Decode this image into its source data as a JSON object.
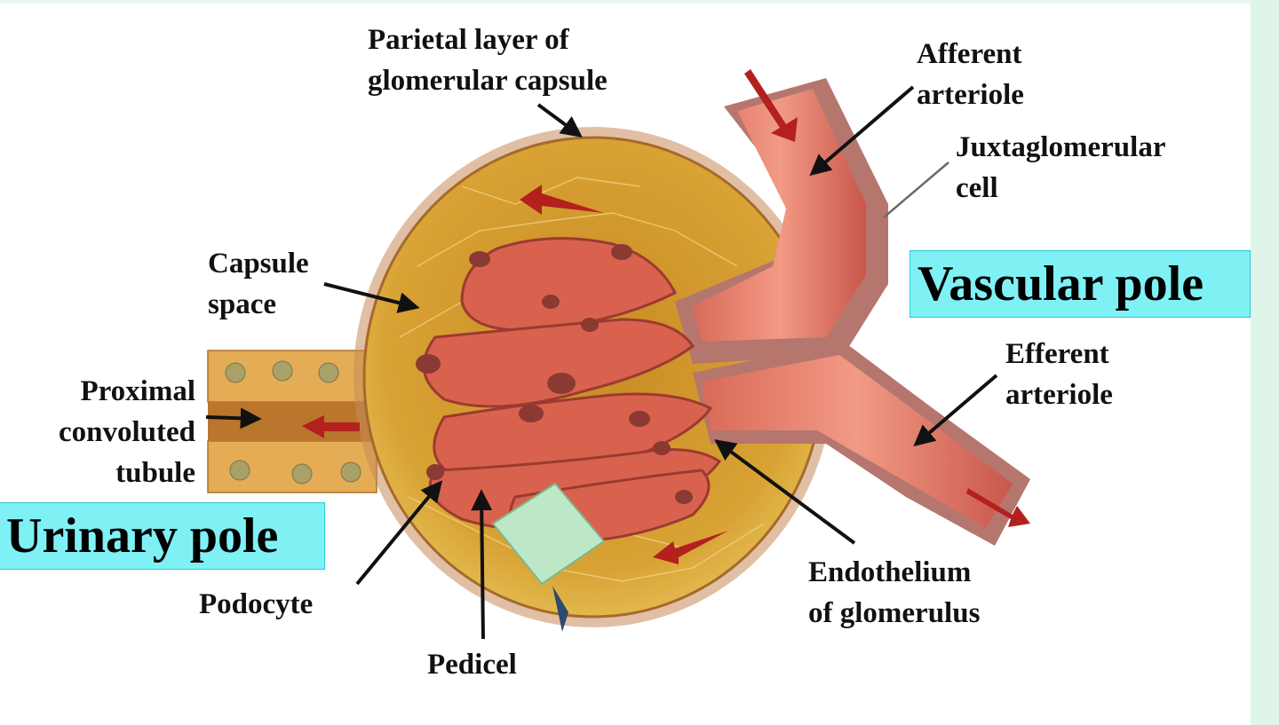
{
  "labels": {
    "parietal_layer": [
      "Parietal layer of",
      "glomerular capsule"
    ],
    "afferent_arteriole": [
      "Afferent",
      "arteriole"
    ],
    "juxtaglomerular_cell": [
      "Juxtaglomerular",
      "cell"
    ],
    "capsule_space": [
      "Capsule",
      "space"
    ],
    "efferent_arteriole": [
      "Efferent",
      "arteriole"
    ],
    "proximal_tubule": [
      "Proximal",
      "convoluted",
      "tubule"
    ],
    "podocyte": "Podocyte",
    "pedicel": "Pedicel",
    "endothelium": [
      "Endothelium",
      "of glomerulus"
    ]
  },
  "poles": {
    "vascular": "Vascular pole",
    "urinary": "Urinary pole"
  },
  "colors": {
    "pole_box": "#7ff1f5",
    "capsule": "#d69a2e",
    "capillary": "#d9624f",
    "arteriole": "#e8806c",
    "flow_arrow": "#b3201e",
    "side_strip": "#dff5ea"
  }
}
